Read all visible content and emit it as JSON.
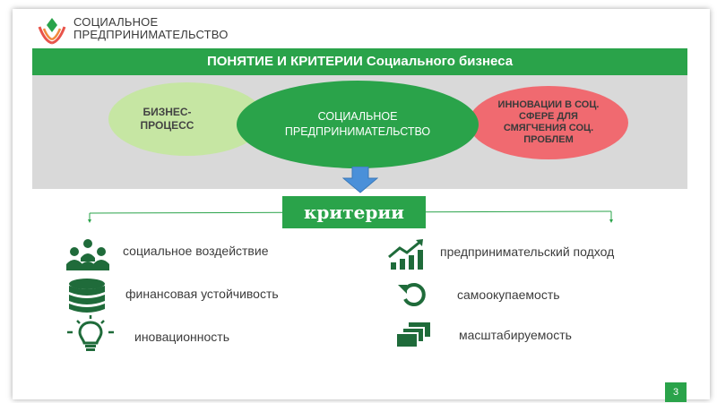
{
  "logo": {
    "line1": "СОЦИАЛЬНОЕ",
    "line2": "ПРЕДПРИНИМАТЕЛЬСТВО"
  },
  "banner": {
    "title": "ПОНЯТИЕ И КРИТЕРИИ  Социального бизнеса"
  },
  "concepts": {
    "left_line1": "БИЗНЕС-",
    "left_line2": "ПРОЦЕСС",
    "center_line1": "СОЦИАЛЬНОЕ",
    "center_line2": "ПРЕДПРИНИМАТЕЛЬСТВО",
    "right_line1": "ИННОВАЦИИ В СОЦ.",
    "right_line2": "СФЕРЕ ДЛЯ",
    "right_line3": "СМЯГЧЕНИЯ СОЦ.",
    "right_line4": "ПРОБЛЕМ"
  },
  "criteria": {
    "title": "критерии",
    "left": [
      {
        "label": "социальное воздействие",
        "icon": "people-group-icon"
      },
      {
        "label": "финансовая устойчивость",
        "icon": "database-stack-icon"
      },
      {
        "label": "иновационность",
        "icon": "light-bulb-icon"
      }
    ],
    "right": [
      {
        "label": "предпринимательский подход",
        "icon": "growth-chart-icon"
      },
      {
        "label": "самоокупаемость",
        "icon": "cycle-arrow-icon"
      },
      {
        "label": "масштабируемость",
        "icon": "layers-icon"
      }
    ]
  },
  "page_number": "3",
  "colors": {
    "green": "#2aa34a",
    "dark_green": "#1f6b3a",
    "light_green": "#c6e6a3",
    "pink": "#f06a70",
    "grey": "#d9d9d9",
    "arrow_blue": "#4a90d9"
  }
}
